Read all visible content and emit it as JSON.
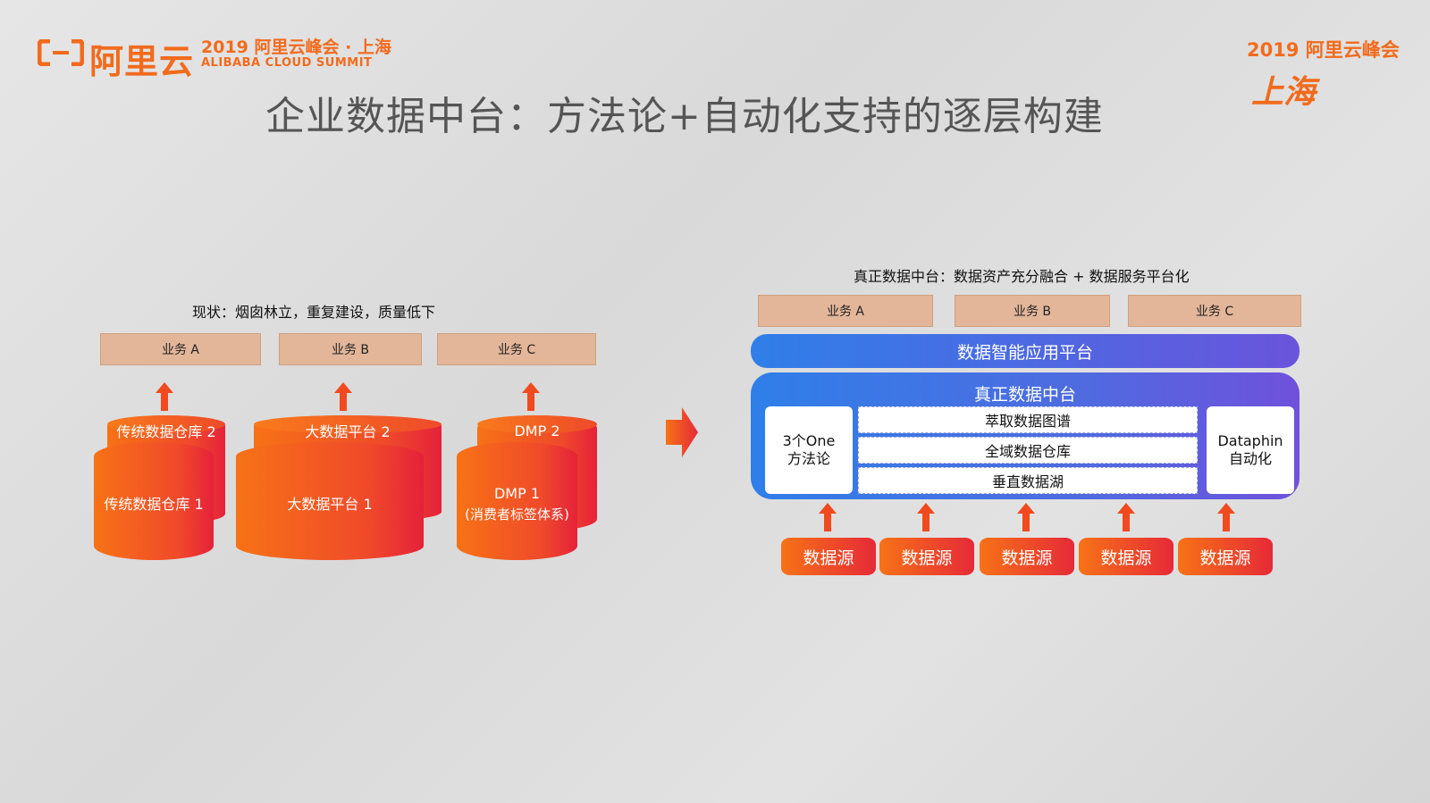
{
  "header": {
    "logo_text": "阿里云",
    "summit_cn": "2019 阿里云峰会 · 上海",
    "summit_en": "ALIBABA CLOUD SUMMIT",
    "corner_line1": "2019 阿里云峰会",
    "corner_line2": "上海",
    "title": "企业数据中台：方法论+自动化支持的逐层构建"
  },
  "left": {
    "caption": "现状：烟囱林立，重复建设，质量低下",
    "biz": [
      "业务 A",
      "业务 B",
      "业务 C"
    ],
    "cylinders": {
      "dw2": "传统数据仓库 2",
      "dw1": "传统数据仓库 1",
      "bd2": "大数据平台 2",
      "bd1": "大数据平台 1",
      "dmp2": "DMP 2",
      "dmp1_line1": "DMP 1",
      "dmp1_line2": "(消费者标签体系)"
    }
  },
  "right": {
    "caption": "真正数据中台：数据资产充分融合 + 数据服务平台化",
    "biz": [
      "业务 A",
      "业务 B",
      "业务 C"
    ],
    "app_platform": "数据智能应用平台",
    "platform_title": "真正数据中台",
    "left_box_line1": "3个One",
    "left_box_line2": "方法论",
    "layers": [
      "萃取数据图谱",
      "全域数据仓库",
      "垂直数据湖"
    ],
    "right_box_line1": "Dataphin",
    "right_box_line2": "自动化",
    "sources": [
      "数据源",
      "数据源",
      "数据源",
      "数据源",
      "数据源"
    ]
  },
  "colors": {
    "accent": "#f26b1d",
    "biz": "#e3b69a",
    "blue": "#2f7fe9",
    "purple": "#6a54dc",
    "red": "#e62a38"
  }
}
